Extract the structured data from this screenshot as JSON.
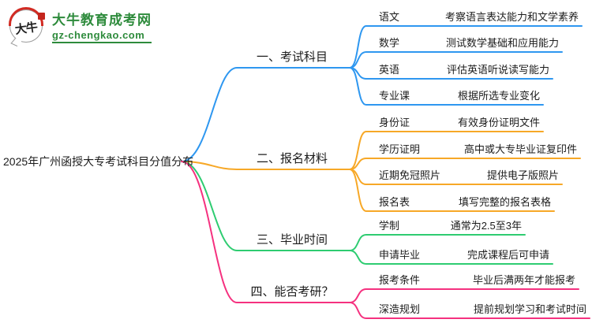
{
  "logo": {
    "icon_text": "大牛",
    "title": "大牛教育成考网",
    "url": "gz-chengkao.com",
    "brand_green": "#2e8b3c",
    "seal_red": "#d22b23"
  },
  "root": {
    "title": "2025年广州函授大专考试科目分值分布"
  },
  "branches": [
    {
      "label": "一、考试科目",
      "color": "#2e97f0",
      "children": [
        {
          "label": "语文",
          "desc": "考察语言表达能力和文学素养"
        },
        {
          "label": "数学",
          "desc": "测试数学基础和应用能力"
        },
        {
          "label": "英语",
          "desc": "评估英语听说读写能力"
        },
        {
          "label": "专业课",
          "desc": "根据所选专业变化"
        }
      ]
    },
    {
      "label": "二、报名材料",
      "color": "#f7a827",
      "children": [
        {
          "label": "身份证",
          "desc": "有效身份证明文件"
        },
        {
          "label": "学历证明",
          "desc": "高中或大专毕业证复印件"
        },
        {
          "label": "近期免冠照片",
          "desc": "提供电子版照片"
        },
        {
          "label": "报名表",
          "desc": "填写完整的报名表格"
        }
      ]
    },
    {
      "label": "三、毕业时间",
      "color": "#2ecc71",
      "children": [
        {
          "label": "学制",
          "desc": "通常为2.5至3年"
        },
        {
          "label": "申请毕业",
          "desc": "完成课程后可申请"
        }
      ]
    },
    {
      "label": "四、能否考研？",
      "color": "#f5317f",
      "children": [
        {
          "label": "报考条件",
          "desc": "毕业后满两年才能报考"
        },
        {
          "label": "深造规划",
          "desc": "提前规划学习和考试时间"
        }
      ]
    }
  ]
}
